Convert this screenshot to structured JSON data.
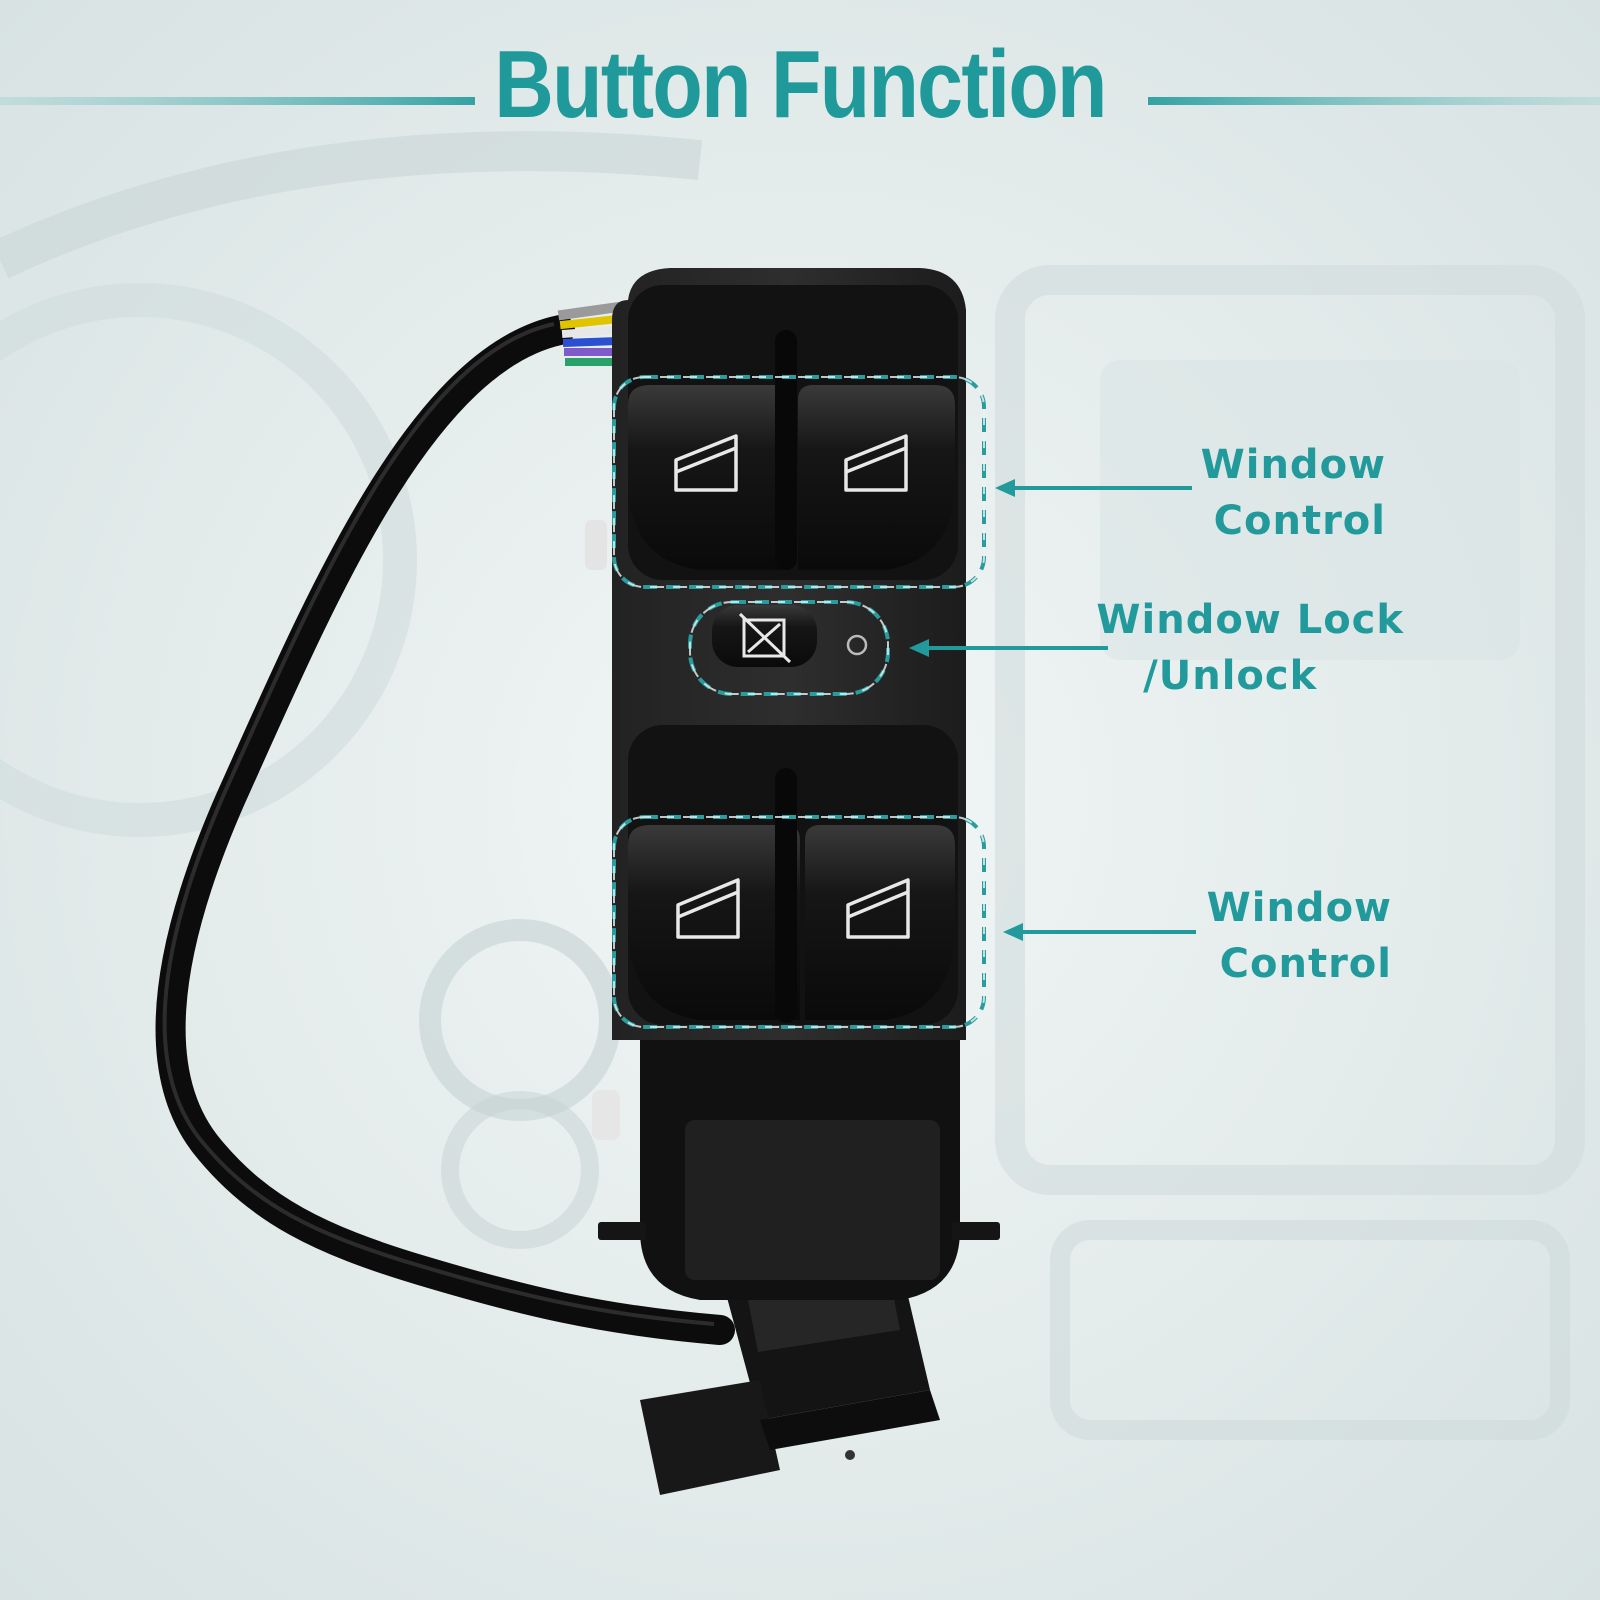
{
  "heading": "Button Function",
  "callouts": {
    "upper_control": {
      "line1": "Window",
      "line2": "Control"
    },
    "lock": {
      "line1": "Window Lock",
      "line2": "/Unlock"
    },
    "lower_control": {
      "line1": "Window",
      "line2": "Control"
    }
  },
  "colors": {
    "accent": "#229a9c",
    "switch_body": "#1b1b1b",
    "background": "#e3ebeb"
  },
  "icons": [
    "window-icon",
    "window-lock-icon"
  ]
}
